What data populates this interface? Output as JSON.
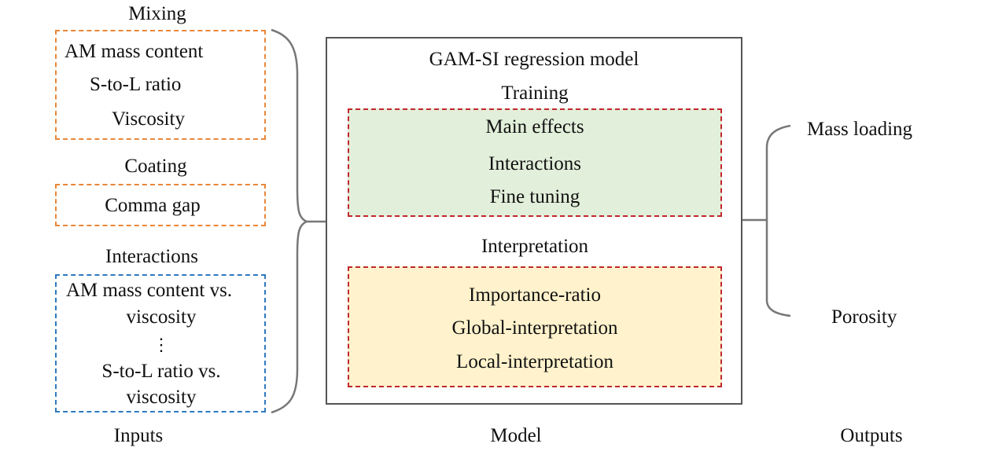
{
  "inputs": {
    "mixing": {
      "title": "Mixing",
      "items": [
        "AM mass content",
        "S-to-L ratio",
        "Viscosity"
      ]
    },
    "coating": {
      "title": "Coating",
      "items": [
        "Comma gap"
      ]
    },
    "interactions": {
      "title": "Interactions",
      "lines": [
        "AM mass content vs.",
        "viscosity",
        "⋮",
        "S-to-L ratio vs.",
        "viscosity"
      ]
    },
    "label": "Inputs"
  },
  "model": {
    "title": "GAM-SI regression model",
    "training": {
      "title": "Training",
      "items": [
        "Main effects",
        "Interactions",
        "Fine tuning"
      ]
    },
    "interpretation": {
      "title": "Interpretation",
      "items": [
        "Importance-ratio",
        "Global-interpretation",
        "Local-interpretation"
      ]
    },
    "label": "Model"
  },
  "outputs": {
    "items": [
      "Mass loading",
      "Porosity"
    ],
    "label": "Outputs"
  },
  "colors": {
    "inputs_border": "#E8873A",
    "interactions_border": "#2E7BC0",
    "model_inner_border": "#C0282D",
    "training_fill": "#E2EFDA",
    "interpretation_fill": "#FFF2CC",
    "connector": "#777777"
  }
}
